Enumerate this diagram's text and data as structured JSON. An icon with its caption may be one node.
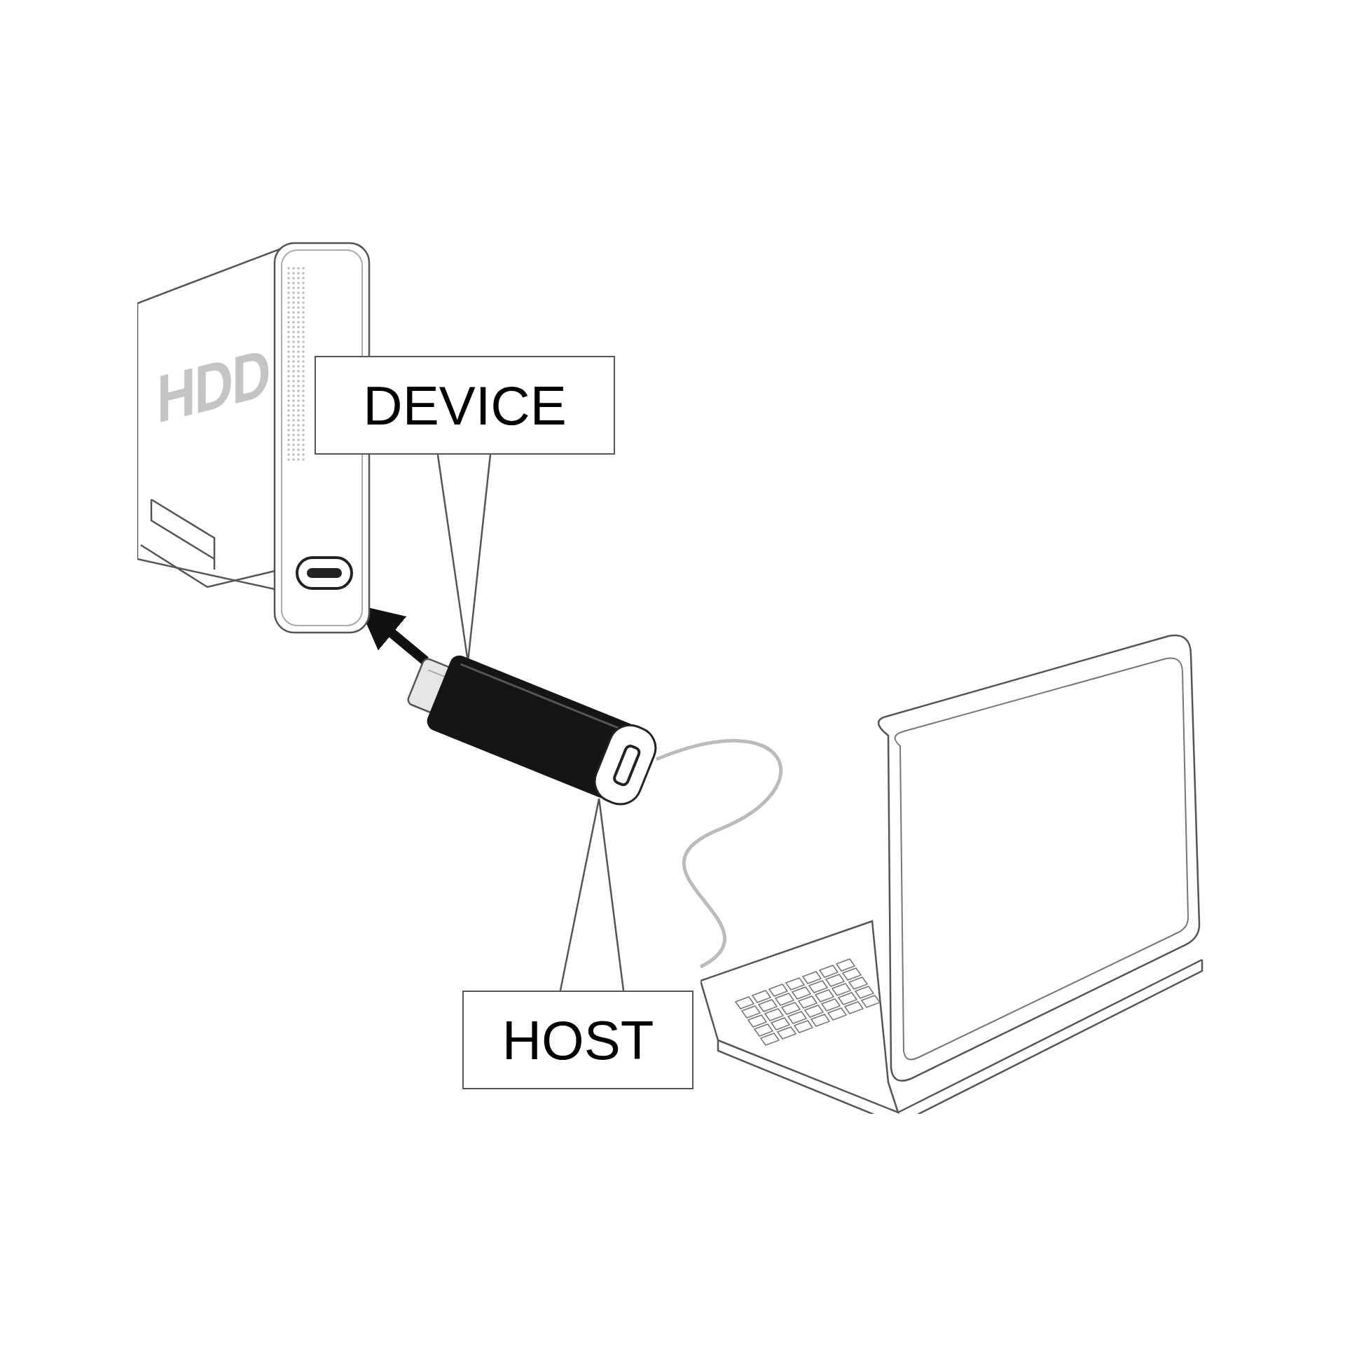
{
  "diagram": {
    "nodes": [
      {
        "text": [
          "HDD"
        ]
      },
      {
        "text": [],
        "shape": "picture"
      },
      {
        "text": [],
        "shape": "picture"
      },
      {
        "text": [
          "DEVICE"
        ]
      },
      {
        "text": [
          "HOST"
        ]
      }
    ],
    "edges": [
      {
        "from": 1,
        "to": 0,
        "arrow": "to",
        "style": "thick"
      },
      {
        "from": 3,
        "to": 1,
        "arrow": "none"
      },
      {
        "from": 4,
        "to": 1,
        "arrow": "none"
      },
      {
        "from": 1,
        "to": 2,
        "arrow": "none",
        "color": "#bbbbbb"
      }
    ]
  }
}
